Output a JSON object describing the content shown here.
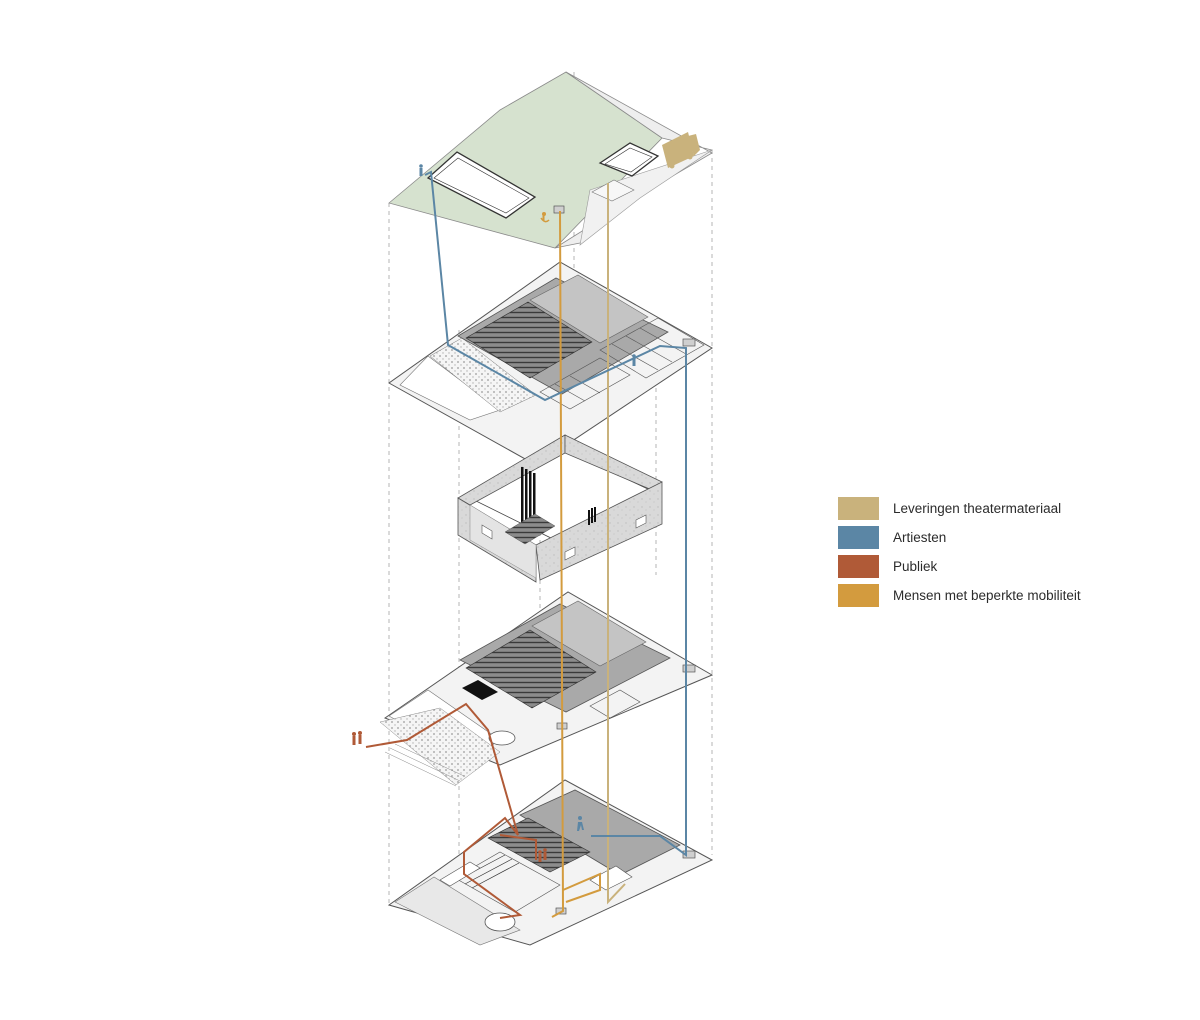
{
  "legend": {
    "items": [
      {
        "label": "Leveringen theatermateriaal",
        "color": "#c9b27c",
        "icon": "beige-swatch"
      },
      {
        "label": "Artiesten",
        "color": "#5b86a5",
        "icon": "blue-swatch"
      },
      {
        "label": "Publiek",
        "color": "#b05a37",
        "icon": "red-brown-swatch"
      },
      {
        "label": "Mensen met beperkte mobiliteit",
        "color": "#d39b3e",
        "icon": "orange-swatch"
      }
    ]
  },
  "colors": {
    "site_green": "#d6e2cf",
    "floor_fill": "#f3f3f3",
    "hall_fill": "#a9a9a9",
    "stage_fill": "#cfcfcf",
    "wall_fill": "#dcdcdc",
    "outline": "#555555"
  }
}
